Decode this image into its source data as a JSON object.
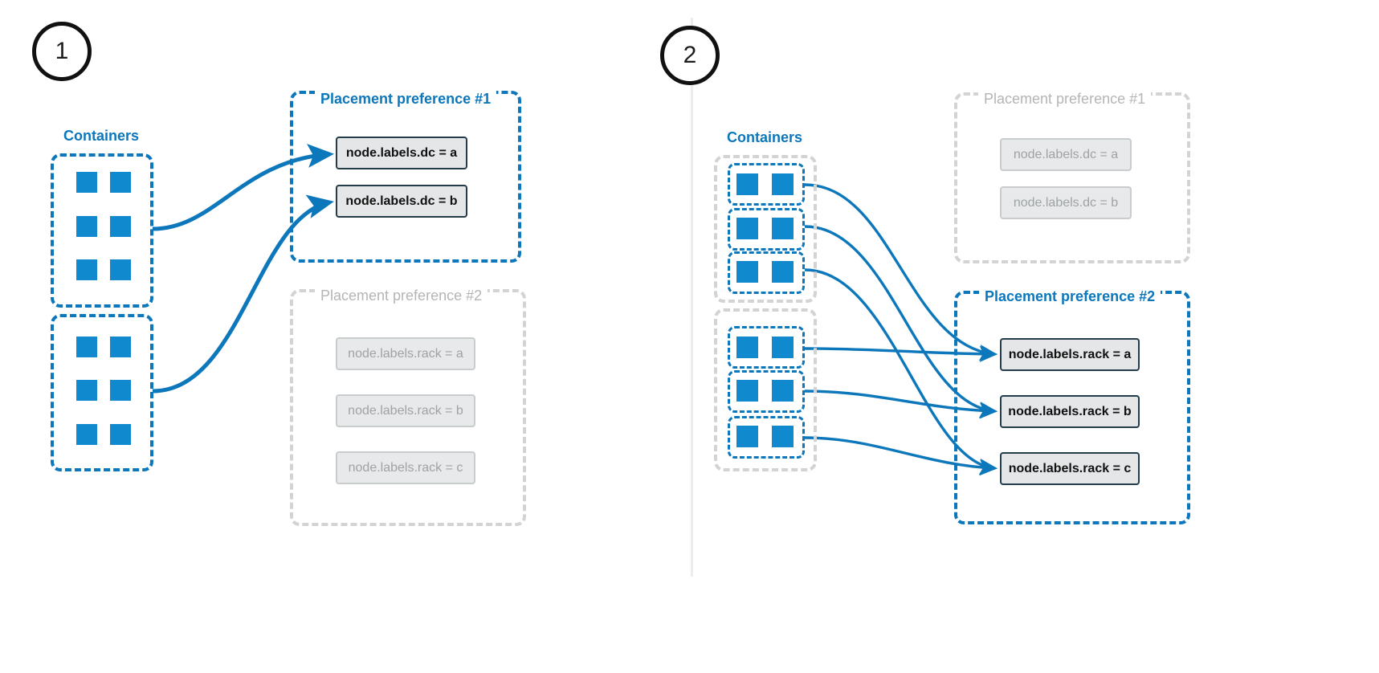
{
  "meta": {
    "accent_blue": "#0c77bb",
    "square_blue": "#1089ce",
    "muted_grey": "#b5b5b5",
    "dash_grey": "#d3d3d3",
    "chip_fill": "#e4e6e7",
    "chip_border_active": "#243b4a",
    "chip_border_muted": "#c9cccd",
    "background": "#ffffff"
  },
  "panels": [
    {
      "step": "1",
      "containers": {
        "label": "Containers"
      },
      "preferences": [
        {
          "title": "Placement preference #1",
          "state": "active",
          "chips": [
            {
              "label": "node.labels.dc = a",
              "state": "active"
            },
            {
              "label": "node.labels.dc = b",
              "state": "active"
            }
          ]
        },
        {
          "title": "Placement preference #2",
          "state": "muted",
          "chips": [
            {
              "label": "node.labels.rack = a",
              "state": "muted"
            },
            {
              "label": "node.labels.rack = b",
              "state": "muted"
            },
            {
              "label": "node.labels.rack = c",
              "state": "muted"
            }
          ]
        }
      ]
    },
    {
      "step": "2",
      "containers": {
        "label": "Containers"
      },
      "preferences": [
        {
          "title": "Placement preference #1",
          "state": "muted",
          "chips": [
            {
              "label": "node.labels.dc = a",
              "state": "muted"
            },
            {
              "label": "node.labels.dc = b",
              "state": "muted"
            }
          ]
        },
        {
          "title": "Placement preference #2",
          "state": "active",
          "chips": [
            {
              "label": "node.labels.rack = a",
              "state": "active"
            },
            {
              "label": "node.labels.rack = b",
              "state": "active"
            },
            {
              "label": "node.labels.rack = c",
              "state": "active"
            }
          ]
        }
      ]
    }
  ]
}
